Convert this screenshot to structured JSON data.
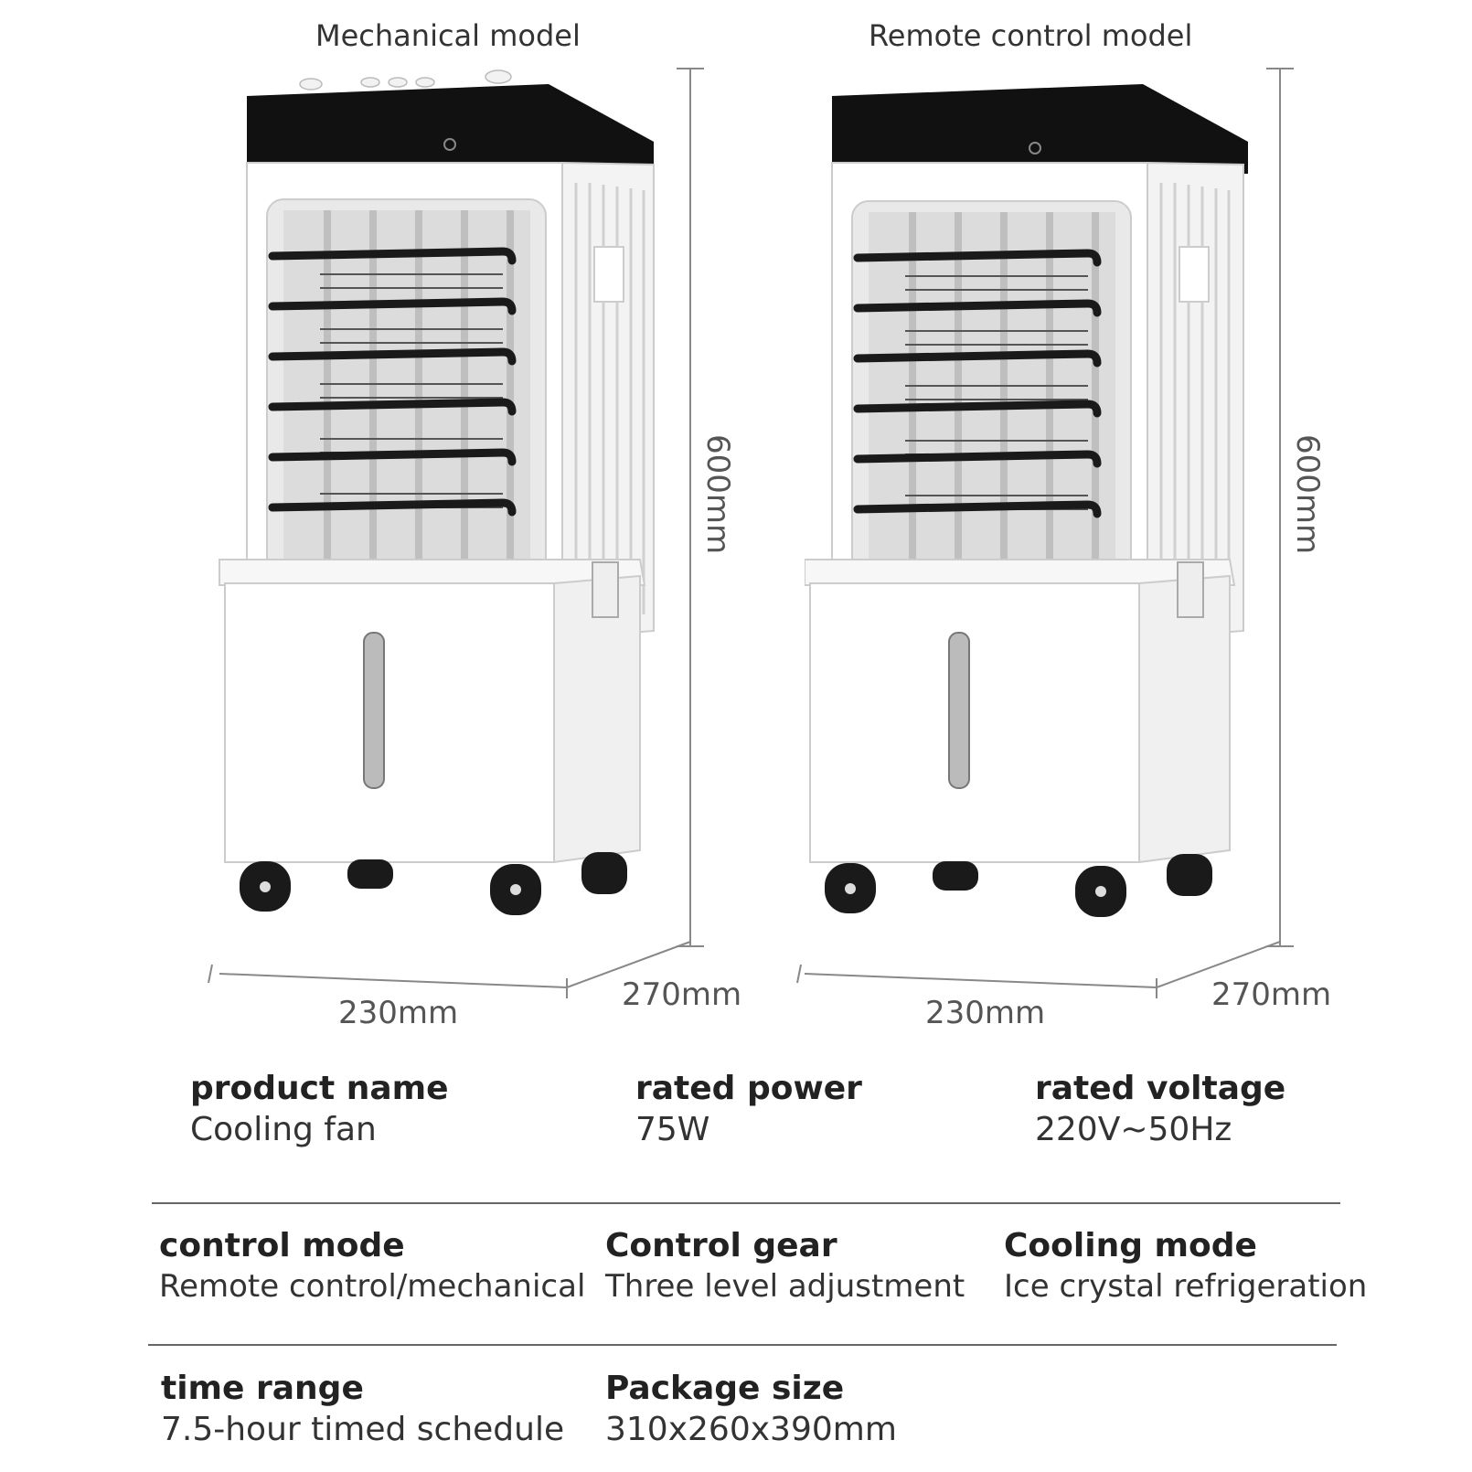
{
  "models": {
    "mechanical": {
      "title": "Mechanical model",
      "height": "600mm",
      "width": "230mm",
      "depth": "270mm"
    },
    "remote": {
      "title": "Remote control model",
      "height": "600mm",
      "width": "230mm",
      "depth": "270mm"
    }
  },
  "specs": {
    "product_name": {
      "label": "product name",
      "value": "Cooling fan"
    },
    "rated_power": {
      "label": "rated power",
      "value": "75W"
    },
    "rated_voltage": {
      "label": "rated voltage",
      "value": "220V~50Hz"
    },
    "control_mode": {
      "label": "control mode",
      "value": "Remote control/mechanical"
    },
    "control_gear": {
      "label": "Control gear",
      "value": "Three level adjustment"
    },
    "cooling_mode": {
      "label": "Cooling mode",
      "value": "Ice crystal refrigeration"
    },
    "time_range": {
      "label": "time range",
      "value": "7.5-hour timed schedule"
    },
    "package_size": {
      "label": "Package size",
      "value": "310x260x390mm"
    }
  }
}
